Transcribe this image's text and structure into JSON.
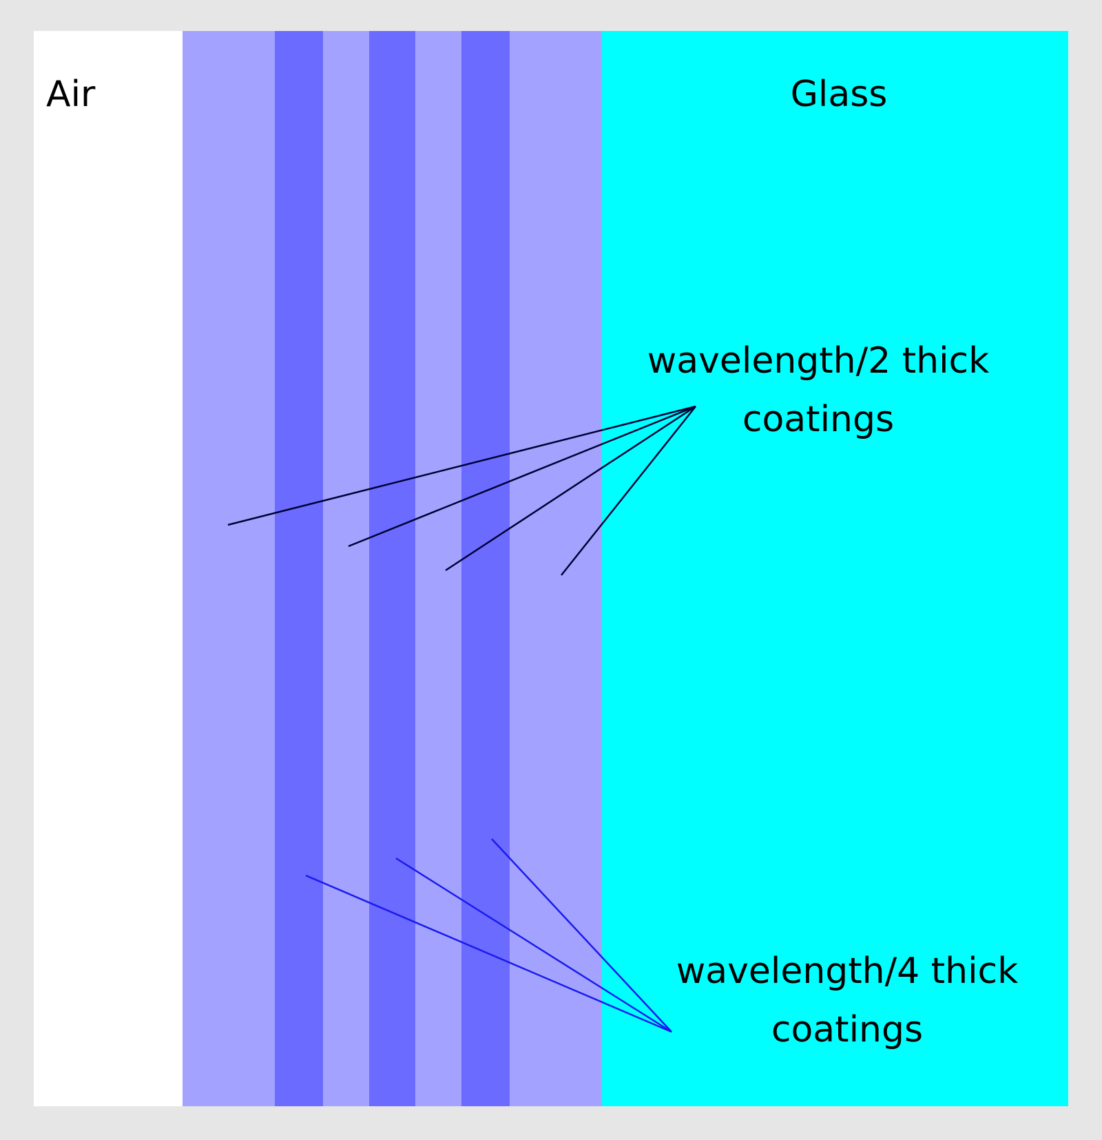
{
  "diagram": {
    "regions": {
      "air": {
        "label": "Air",
        "color": "#ffffff"
      },
      "glass": {
        "label": "Glass",
        "color": "#00ffff"
      }
    },
    "coating_colors": {
      "half_wave": "#a3a3ff",
      "quarter_wave": "#6b6bff"
    },
    "coating_layers": [
      {
        "type": "half_wave"
      },
      {
        "type": "quarter_wave"
      },
      {
        "type": "half_wave"
      },
      {
        "type": "quarter_wave"
      },
      {
        "type": "half_wave"
      },
      {
        "type": "quarter_wave"
      },
      {
        "type": "half_wave"
      }
    ],
    "annotations": {
      "half_wave": {
        "line1": "wavelength/2 thick",
        "line2": "coatings",
        "line_color": "#000033"
      },
      "quarter_wave": {
        "line1": "wavelength/4 thick",
        "line2": "coatings",
        "line_color": "#1a1aee"
      }
    }
  }
}
